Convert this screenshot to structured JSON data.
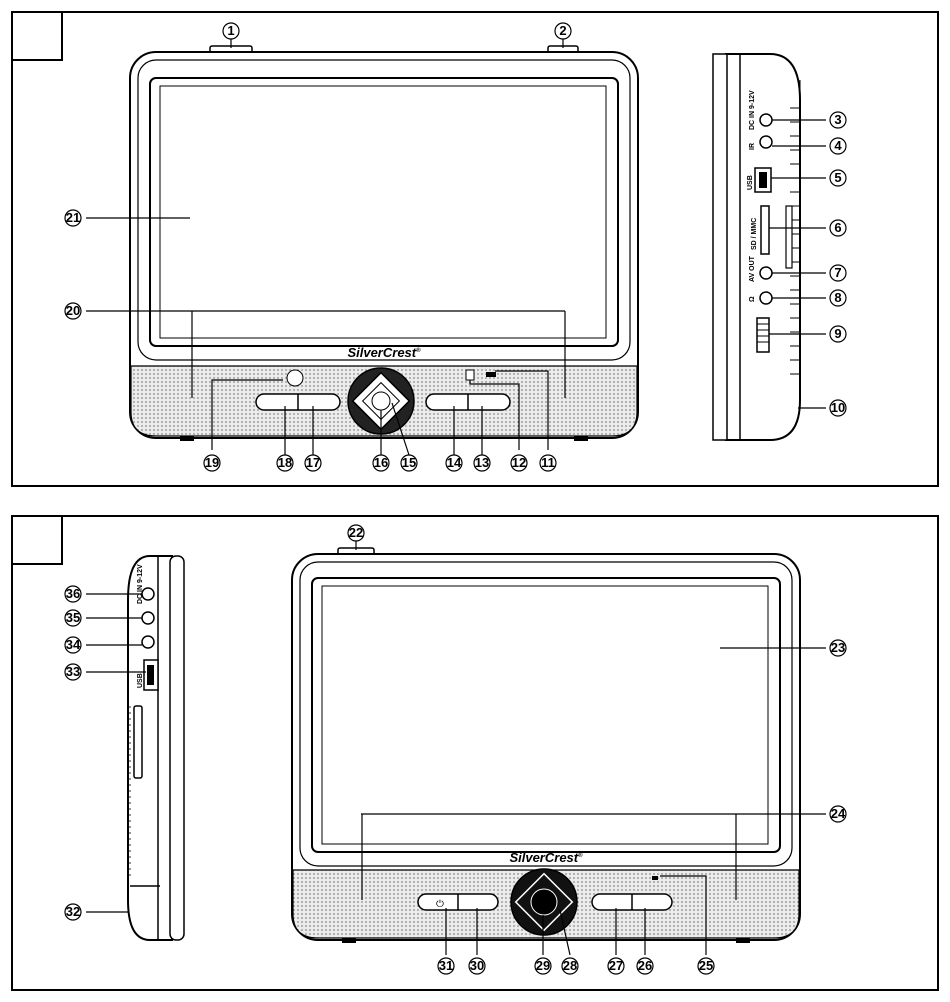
{
  "brand": "SilverCrest",
  "brand_mark": "®",
  "figures": [
    {
      "id": "top",
      "callouts": [
        "1",
        "2",
        "3",
        "4",
        "5",
        "6",
        "7",
        "8",
        "9",
        "10",
        "11",
        "12",
        "13",
        "14",
        "15",
        "16",
        "17",
        "18",
        "19",
        "20",
        "21"
      ]
    },
    {
      "id": "bottom",
      "callouts": [
        "22",
        "23",
        "24",
        "25",
        "26",
        "27",
        "28",
        "29",
        "30",
        "31",
        "32",
        "33",
        "34",
        "35",
        "36"
      ]
    }
  ],
  "port_labels": {
    "dc_in": "DC IN 9-12V",
    "ir": "IR",
    "usb": "USB",
    "card": "SD / MMC",
    "av_out": "AV OUT",
    "phones": "Ω"
  },
  "power_symbol": "⏻"
}
